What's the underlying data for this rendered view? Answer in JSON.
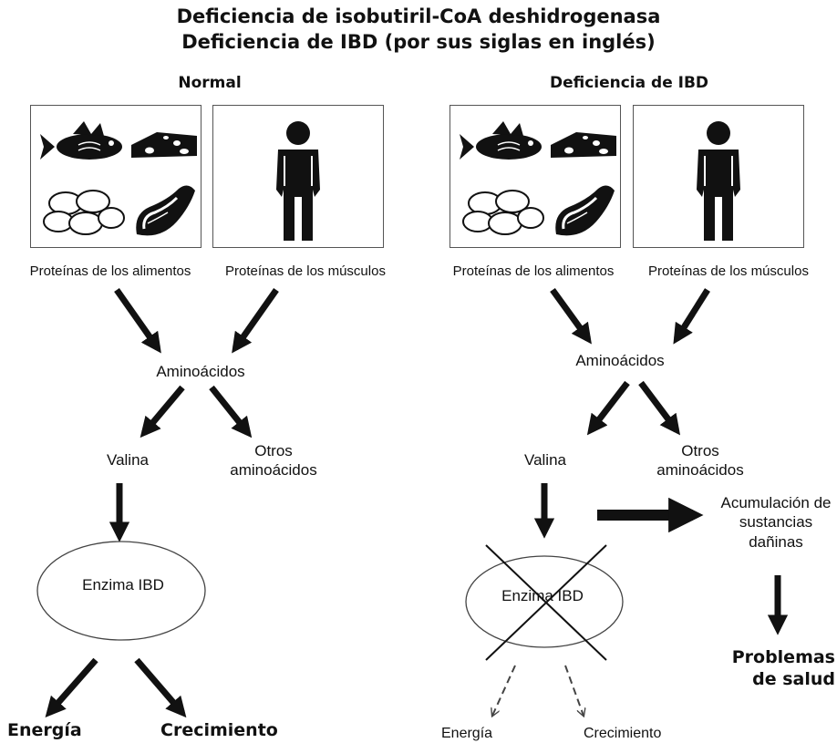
{
  "title": {
    "line1": "Deficiencia de isobutiril-CoA deshidrogenasa",
    "line2": "Deficiencia de IBD (por sus siglas en inglés)"
  },
  "normal": {
    "heading": "Normal",
    "food_label": "Proteínas de los alimentos",
    "muscle_label": "Proteínas de los músculos",
    "aminoacids": "Aminoácidos",
    "valine": "Valina",
    "other_aa": "Otros aminoácidos",
    "enzyme": "Enzima IBD",
    "energy": "Energía",
    "growth": "Crecimiento"
  },
  "deficiency": {
    "heading": "Deficiencia de IBD",
    "food_label": "Proteínas de los alimentos",
    "muscle_label": "Proteínas de los músculos",
    "aminoacids": "Aminoácidos",
    "valine": "Valina",
    "other_aa": "Otros aminoácidos",
    "enzyme": "Enzima IBD",
    "accumulation": "Acumulación de sustancias dañinas",
    "health_problems": "Problemas de salud",
    "energy": "Energía",
    "growth": "Crecimiento"
  },
  "icons": {
    "food": [
      "fish-icon",
      "cheese-icon",
      "eggs-icon",
      "steak-icon"
    ],
    "muscle": "person-icon"
  }
}
